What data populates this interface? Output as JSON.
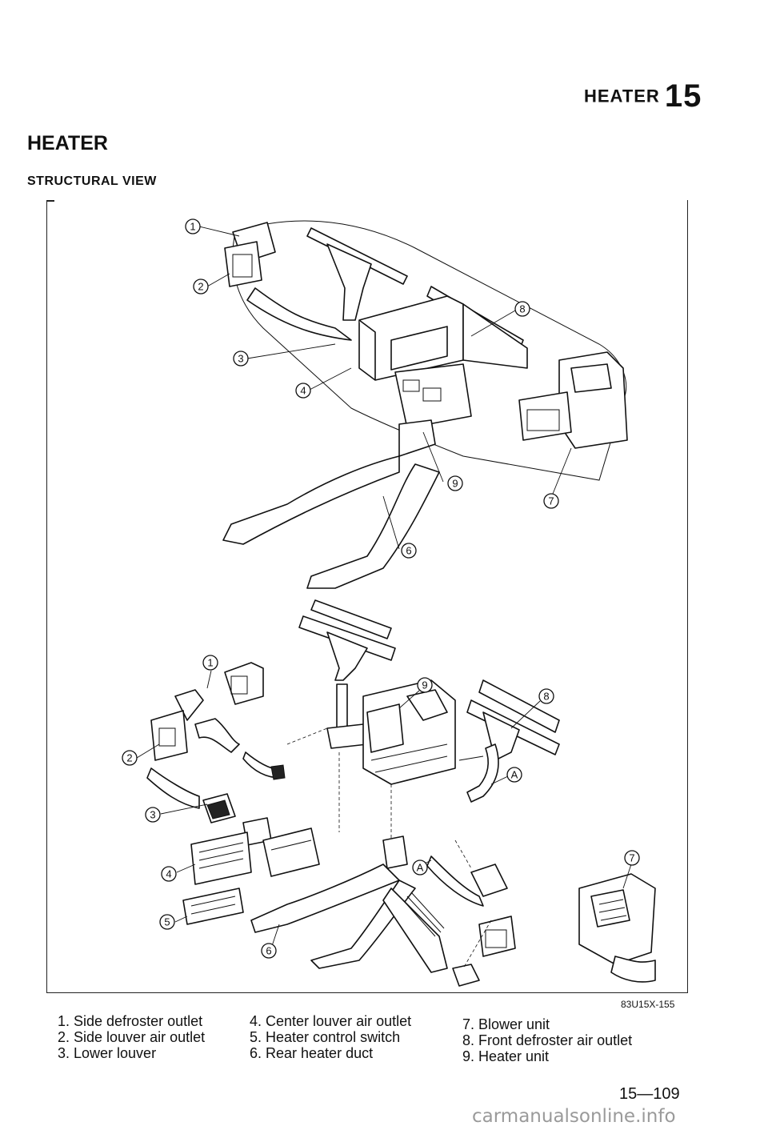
{
  "header": {
    "section_name": "HEATER",
    "section_number": "15"
  },
  "page_title": "HEATER",
  "subtitle": "STRUCTURAL VIEW",
  "figure": {
    "callouts": [
      "1",
      "2",
      "3",
      "4",
      "5",
      "6",
      "7",
      "8",
      "9",
      "A"
    ],
    "code": "83U15X-155"
  },
  "legend": {
    "col1": [
      "1. Side defroster outlet",
      "2. Side louver air outlet",
      "3. Lower louver"
    ],
    "col2": [
      "4. Center louver air outlet",
      "5. Heater control switch",
      "6. Rear heater duct"
    ],
    "col3": [
      "7. Blower unit",
      "8. Front defroster air outlet",
      "9. Heater unit"
    ]
  },
  "page_number": "15—109",
  "watermark": "carmanualsonline.info"
}
